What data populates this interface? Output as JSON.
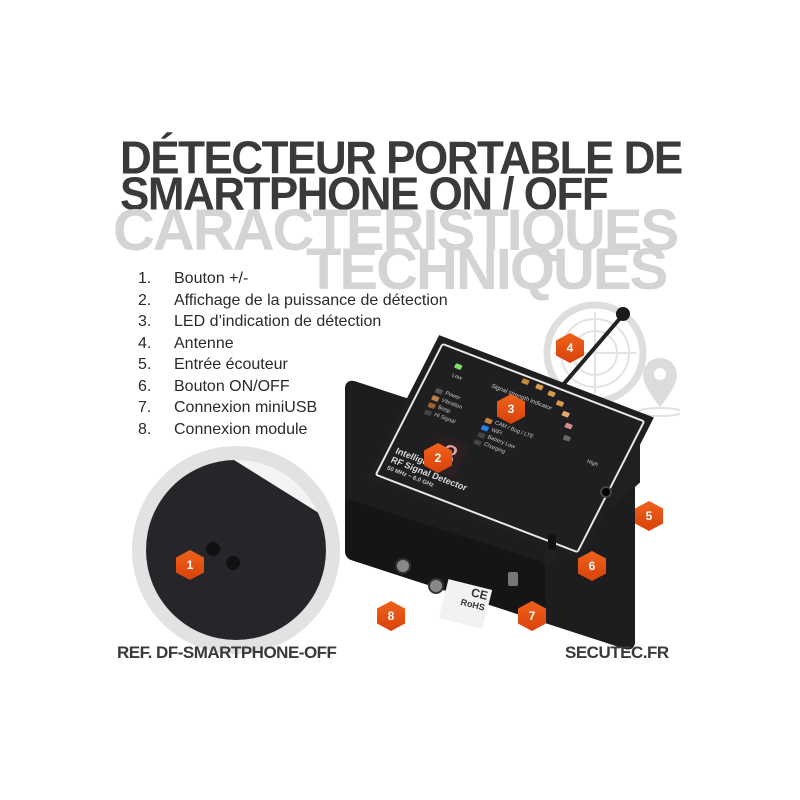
{
  "header": {
    "title_line1": "DÉTECTEUR PORTABLE DE",
    "title_line2": "SMARTPHONE ON / OFF",
    "subtitle_line1": "CARACTERISTIQUES",
    "subtitle_line2": "TECHNIQUES"
  },
  "features": [
    {
      "num": "1.",
      "label": "Bouton +/-"
    },
    {
      "num": "2.",
      "label": "Affichage de la puissance de détection"
    },
    {
      "num": "3.",
      "label": "LED d’indication de détection"
    },
    {
      "num": "4.",
      "label": "Antenne"
    },
    {
      "num": "5.",
      "label": "Entrée écouteur"
    },
    {
      "num": "6.",
      "label": "Bouton ON/OFF"
    },
    {
      "num": "7.",
      "label": "Connexion miniUSB"
    },
    {
      "num": "8.",
      "label": "Connexion module"
    }
  ],
  "badges": [
    "1",
    "2",
    "3",
    "4",
    "5",
    "6",
    "7",
    "8"
  ],
  "device": {
    "brand_line1": "Intelligent",
    "brand_line2": "RF Signal Detector",
    "freq_range": "50 MHz ~ 6.0 GHz",
    "indicator_title": "Signal strength indicator",
    "low_label": "Low",
    "high_label": "High",
    "status_left": [
      "Power",
      "Vibration",
      "Beep",
      "Hi Signal"
    ],
    "status_right": [
      "CAM / Bug / LTE",
      "WiFi",
      "Battery Low",
      "Charging"
    ],
    "display_digit": "8",
    "label_ce": "CE",
    "label_rohs": "RoHS"
  },
  "footer": {
    "reference": "REF. DF-SMARTPHONE-OFF",
    "website": "SECUTEC.FR"
  },
  "colors": {
    "accent": "#e8501a",
    "title": "#3a3a3c",
    "ghost": "#d4d4d4",
    "device": "#1d1d1f"
  }
}
